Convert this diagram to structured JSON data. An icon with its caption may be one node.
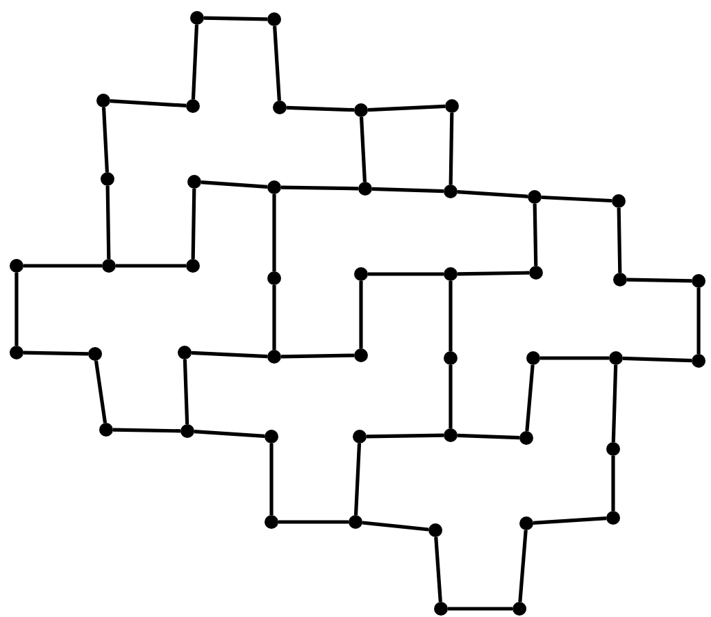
{
  "diagram": {
    "nodes": [
      {
        "text": [],
        "shape": "circle"
      },
      {
        "text": [],
        "shape": "circle"
      },
      {
        "text": [],
        "shape": "circle"
      },
      {
        "text": [],
        "shape": "circle"
      },
      {
        "text": [],
        "shape": "circle"
      },
      {
        "text": [],
        "shape": "circle"
      },
      {
        "text": [],
        "shape": "circle"
      },
      {
        "text": [],
        "shape": "circle"
      },
      {
        "text": [],
        "shape": "circle"
      },
      {
        "text": [],
        "shape": "circle"
      },
      {
        "text": [],
        "shape": "circle"
      },
      {
        "text": [],
        "shape": "circle"
      },
      {
        "text": [],
        "shape": "circle"
      },
      {
        "text": [],
        "shape": "circle"
      },
      {
        "text": [],
        "shape": "circle"
      },
      {
        "text": [],
        "shape": "circle"
      },
      {
        "text": [],
        "shape": "circle"
      },
      {
        "text": [],
        "shape": "circle"
      },
      {
        "text": [],
        "shape": "circle"
      },
      {
        "text": [],
        "shape": "circle"
      },
      {
        "text": [],
        "shape": "circle"
      },
      {
        "text": [],
        "shape": "circle"
      },
      {
        "text": [],
        "shape": "circle"
      },
      {
        "text": [],
        "shape": "circle"
      },
      {
        "text": [],
        "shape": "circle"
      },
      {
        "text": [],
        "shape": "circle"
      },
      {
        "text": [],
        "shape": "circle"
      },
      {
        "text": [],
        "shape": "circle"
      },
      {
        "text": [],
        "shape": "circle"
      },
      {
        "text": [],
        "shape": "circle"
      },
      {
        "text": [],
        "shape": "circle"
      },
      {
        "text": [],
        "shape": "circle"
      },
      {
        "text": [],
        "shape": "circle"
      },
      {
        "text": [],
        "shape": "circle"
      },
      {
        "text": [],
        "shape": "circle"
      },
      {
        "text": [],
        "shape": "circle"
      },
      {
        "text": [],
        "shape": "circle"
      },
      {
        "text": [],
        "shape": "circle"
      },
      {
        "text": [],
        "shape": "circle"
      },
      {
        "text": [],
        "shape": "circle"
      },
      {
        "text": [],
        "shape": "circle"
      },
      {
        "text": [],
        "shape": "circle"
      },
      {
        "text": [],
        "shape": "circle"
      },
      {
        "text": [],
        "shape": "circle"
      },
      {
        "text": [],
        "shape": "circle"
      },
      {
        "text": [],
        "shape": "circle"
      }
    ],
    "edges": [
      {
        "from": 0,
        "to": 1,
        "arrow": "none"
      },
      {
        "from": 0,
        "to": 3,
        "arrow": "none"
      },
      {
        "from": 1,
        "to": 4,
        "arrow": "none"
      },
      {
        "from": 2,
        "to": 3,
        "arrow": "none"
      },
      {
        "from": 2,
        "to": 7,
        "arrow": "none"
      },
      {
        "from": 7,
        "to": 15,
        "arrow": "none"
      },
      {
        "from": 14,
        "to": 15,
        "arrow": "none"
      },
      {
        "from": 15,
        "to": 16,
        "arrow": "none"
      },
      {
        "from": 16,
        "to": 8,
        "arrow": "none"
      },
      {
        "from": 8,
        "to": 9,
        "arrow": "none"
      },
      {
        "from": 9,
        "to": 10,
        "arrow": "none"
      },
      {
        "from": 10,
        "to": 11,
        "arrow": "none"
      },
      {
        "from": 11,
        "to": 12,
        "arrow": "none"
      },
      {
        "from": 12,
        "to": 13,
        "arrow": "none"
      },
      {
        "from": 4,
        "to": 5,
        "arrow": "none"
      },
      {
        "from": 5,
        "to": 6,
        "arrow": "none"
      },
      {
        "from": 5,
        "to": 10,
        "arrow": "none"
      },
      {
        "from": 6,
        "to": 11,
        "arrow": "none"
      },
      {
        "from": 12,
        "to": 20,
        "arrow": "none"
      },
      {
        "from": 13,
        "to": 21,
        "arrow": "none"
      },
      {
        "from": 21,
        "to": 22,
        "arrow": "none"
      },
      {
        "from": 22,
        "to": 31,
        "arrow": "none"
      },
      {
        "from": 19,
        "to": 20,
        "arrow": "none"
      },
      {
        "from": 18,
        "to": 19,
        "arrow": "none"
      },
      {
        "from": 9,
        "to": 17,
        "arrow": "none"
      },
      {
        "from": 17,
        "to": 26,
        "arrow": "none"
      },
      {
        "from": 18,
        "to": 27,
        "arrow": "none"
      },
      {
        "from": 19,
        "to": 28,
        "arrow": "none"
      },
      {
        "from": 28,
        "to": 36,
        "arrow": "none"
      },
      {
        "from": 14,
        "to": 23,
        "arrow": "none"
      },
      {
        "from": 23,
        "to": 24,
        "arrow": "none"
      },
      {
        "from": 24,
        "to": 32,
        "arrow": "none"
      },
      {
        "from": 32,
        "to": 33,
        "arrow": "none"
      },
      {
        "from": 33,
        "to": 25,
        "arrow": "none"
      },
      {
        "from": 25,
        "to": 26,
        "arrow": "none"
      },
      {
        "from": 26,
        "to": 27,
        "arrow": "none"
      },
      {
        "from": 33,
        "to": 34,
        "arrow": "none"
      },
      {
        "from": 34,
        "to": 39,
        "arrow": "none"
      },
      {
        "from": 39,
        "to": 40,
        "arrow": "none"
      },
      {
        "from": 40,
        "to": 35,
        "arrow": "none"
      },
      {
        "from": 35,
        "to": 36,
        "arrow": "none"
      },
      {
        "from": 36,
        "to": 37,
        "arrow": "none"
      },
      {
        "from": 37,
        "to": 29,
        "arrow": "none"
      },
      {
        "from": 29,
        "to": 30,
        "arrow": "none"
      },
      {
        "from": 30,
        "to": 31,
        "arrow": "none"
      },
      {
        "from": 30,
        "to": 38,
        "arrow": "none"
      },
      {
        "from": 38,
        "to": 43,
        "arrow": "none"
      },
      {
        "from": 43,
        "to": 42,
        "arrow": "none"
      },
      {
        "from": 42,
        "to": 45,
        "arrow": "none"
      },
      {
        "from": 45,
        "to": 44,
        "arrow": "none"
      },
      {
        "from": 44,
        "to": 41,
        "arrow": "none"
      },
      {
        "from": 41,
        "to": 40,
        "arrow": "none"
      }
    ]
  }
}
